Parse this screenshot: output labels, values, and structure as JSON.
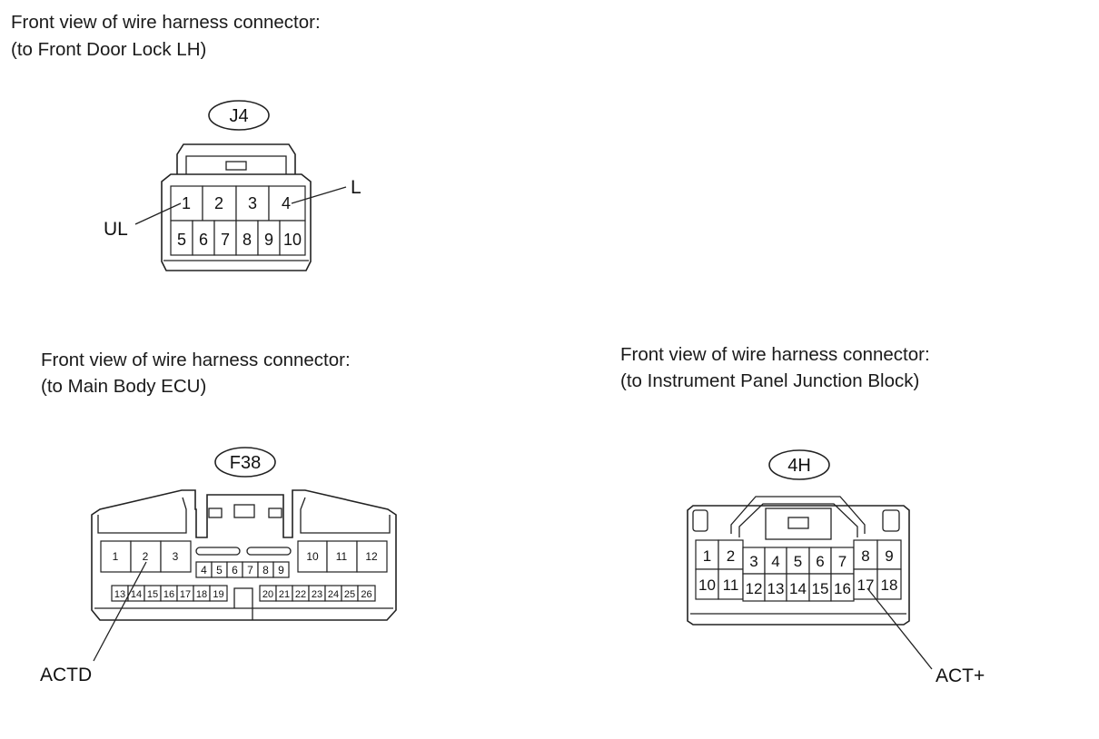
{
  "connectors": [
    {
      "id": "j4",
      "caption_line1": "Front view of wire harness connector:",
      "caption_line2": "(to Front Door Lock LH)",
      "badge": "J4",
      "pins_top": [
        "1",
        "2",
        "3",
        "4"
      ],
      "pins_bottom": [
        "5",
        "6",
        "7",
        "8",
        "9",
        "10"
      ],
      "callouts": [
        {
          "label": "UL",
          "pin": "1"
        },
        {
          "label": "L",
          "pin": "4"
        }
      ]
    },
    {
      "id": "f38",
      "caption_line1": "Front view of wire harness connector:",
      "caption_line2": "(to Main Body ECU)",
      "badge": "F38",
      "pins_left_top": [
        "1",
        "2",
        "3"
      ],
      "pins_right_top": [
        "10",
        "11",
        "12"
      ],
      "pins_center": [
        "4",
        "5",
        "6",
        "7",
        "8",
        "9"
      ],
      "pins_bottom_left": [
        "13",
        "14",
        "15",
        "16",
        "17",
        "18",
        "19"
      ],
      "pins_bottom_right": [
        "20",
        "21",
        "22",
        "23",
        "24",
        "25",
        "26"
      ],
      "callouts": [
        {
          "label": "ACTD",
          "pin": "2"
        }
      ]
    },
    {
      "id": "4h",
      "caption_line1": "Front view of wire harness connector:",
      "caption_line2": "(to Instrument Panel Junction Block)",
      "badge": "4H",
      "pins_left_top": [
        "1",
        "2"
      ],
      "pins_left_bottom": [
        "10",
        "11"
      ],
      "pins_mid_top": [
        "3",
        "4",
        "5",
        "6",
        "7"
      ],
      "pins_mid_bottom": [
        "12",
        "13",
        "14",
        "15",
        "16"
      ],
      "pins_right_top": [
        "8",
        "9"
      ],
      "pins_right_bottom": [
        "17",
        "18"
      ],
      "callouts": [
        {
          "label": "ACT+",
          "pin": "17"
        }
      ]
    }
  ]
}
